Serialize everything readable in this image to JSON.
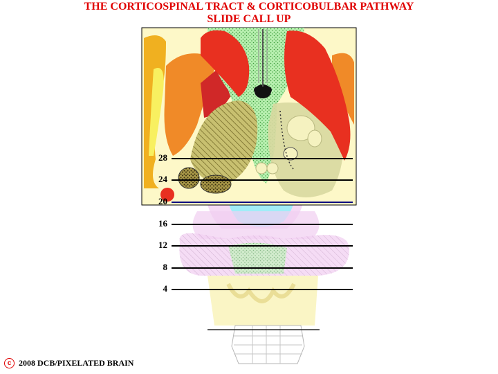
{
  "title": {
    "line1": "THE CORTICOSPINAL TRACT & CORTICOBULBAR PATHWAY",
    "line2": "SLIDE CALL UP"
  },
  "levels": [
    {
      "label": "28",
      "color": "#000000"
    },
    {
      "label": "24",
      "color": "#000000"
    },
    {
      "label": "20",
      "color": "#000080"
    },
    {
      "label": "16",
      "color": "#000000"
    },
    {
      "label": "12",
      "color": "#000000"
    },
    {
      "label": "8",
      "color": "#000000"
    },
    {
      "label": "4",
      "color": "#000000"
    }
  ],
  "footer": {
    "symbol": "c",
    "text": "2008  DCB/PIXELATED BRAIN"
  },
  "colors": {
    "title": "#e00000",
    "tract": "#e83020",
    "putamen": "#f08a28",
    "panel": "#fdf8c8",
    "green": "#b8f0b0",
    "cyan": "#80f0f8",
    "pink": "#f0c8f0",
    "yellow": "#f8f0a0"
  }
}
